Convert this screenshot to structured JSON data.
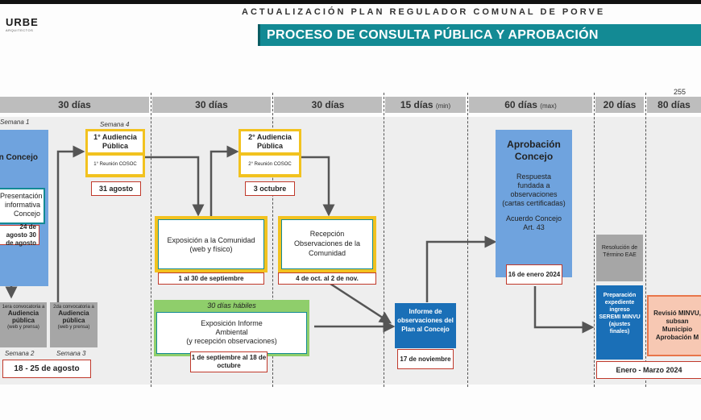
{
  "logo": {
    "name": "URBE",
    "sub": "ARQUITECTOS"
  },
  "header": {
    "subtitle": "ACTUALIZACIÓN PLAN REGULADOR COMUNAL DE PORVE",
    "title": "PROCESO DE CONSULTA PÚBLICA Y APROBACIÓN"
  },
  "total_days": "255 días",
  "phases": [
    {
      "label": "30 días",
      "qualifier": ""
    },
    {
      "label": "30 días",
      "qualifier": ""
    },
    {
      "label": "30 días",
      "qualifier": ""
    },
    {
      "label": "15 días",
      "qualifier": "(min)"
    },
    {
      "label": "60 días",
      "qualifier": "(max)"
    },
    {
      "label": "20 días",
      "qualifier": ""
    },
    {
      "label": "80 días",
      "qualifier": ""
    }
  ],
  "weeks": {
    "w1": "Semana 1",
    "w2": "Semana 2",
    "w3": "Semana 3",
    "w4": "Semana 4"
  },
  "presentation": {
    "title": "Presentación Concejo",
    "inner": "Presentación informativa Concejo",
    "date": "24 de agosto 30 de agosto"
  },
  "gray1": {
    "small": "1era convocatoria a",
    "bold": "Audiencia pública",
    "note": "(web y prensa)"
  },
  "gray2": {
    "small": "2da convocatoria a",
    "bold": "Audiencia pública",
    "note": "(web y prensa)"
  },
  "dates_aug": "18 - 25 de agosto",
  "aud1": {
    "title": "1° Audiencia Pública",
    "sub": "1° Reunión COSOC",
    "date": "31 agosto"
  },
  "aud2": {
    "title": "2° Audiencia Pública",
    "sub": "2° Reunión COSOC",
    "date": "3 octubre"
  },
  "exposicion": {
    "title": "Exposición a la Comunidad",
    "sub": "(web y físico)",
    "date": "1 al 30 de septiembre"
  },
  "recepcion": {
    "title": "Recepción Observaciones de la Comunidad",
    "date": "4 de oct. al 2 de nov."
  },
  "ambiental": {
    "header": "30 días hábiles",
    "title": "Exposición Informe Ambiental",
    "sub": "(y recepción observaciones)",
    "date": "1 de septiembre al 18 de octubre"
  },
  "informe": {
    "title": "Informe de observaciones del Plan al Concejo",
    "date": "17 de noviembre"
  },
  "aprobacion": {
    "title": "Aprobación Concejo",
    "line1": "Respuesta fundada a observaciones",
    "line2": "(cartas certificadas)",
    "line3": "Acuerdo Concejo Art. 43",
    "date": "16 de enero 2024"
  },
  "resolucion": {
    "title": "Resolución de Término EAE"
  },
  "preparacion": {
    "title": "Preparación expediente ingreso SEREMI MINVU (ajustes finales)"
  },
  "revision": {
    "title": "Revisió MINVU, subsan Municipio Aprobación M"
  },
  "dates_2024": "Enero - Marzo 2024",
  "colors": {
    "banner": "#138a94",
    "yellow": "#f2c21f",
    "blue": "#6fa3de",
    "dark_blue": "#1a6fb7",
    "green": "#8fce6b",
    "red": "#c0392b"
  }
}
